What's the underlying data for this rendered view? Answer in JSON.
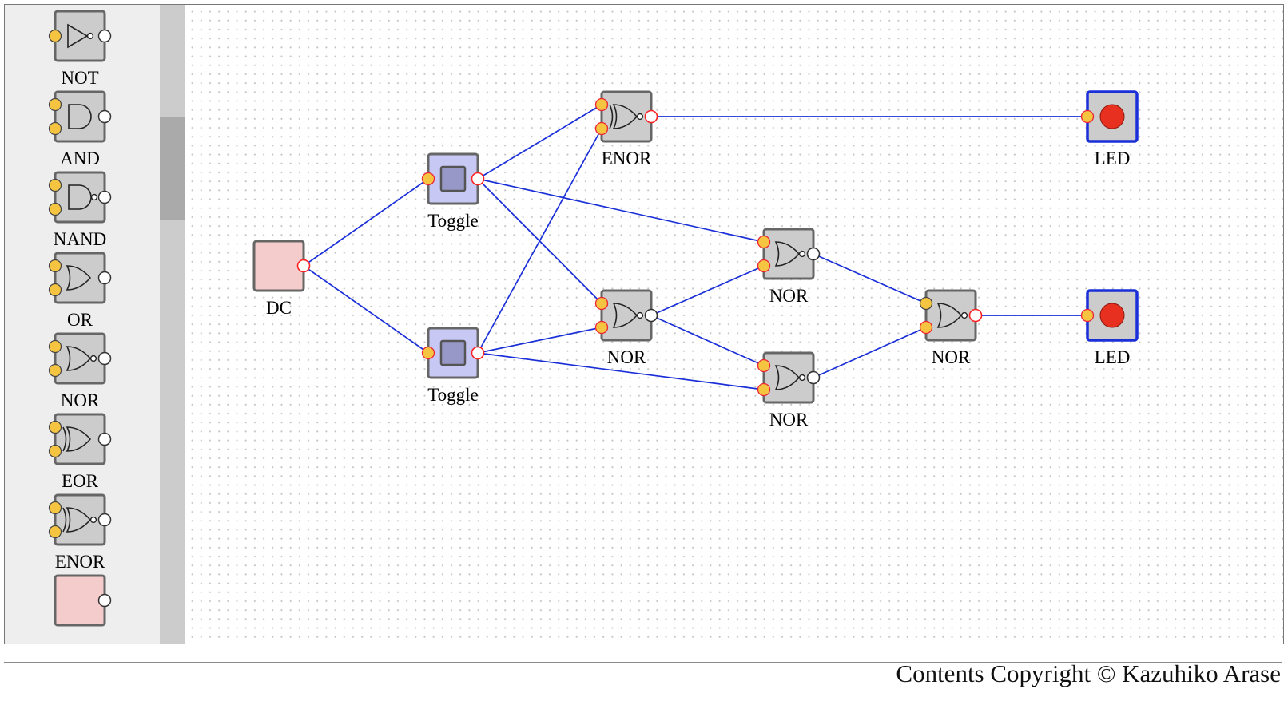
{
  "toolbox": {
    "items": [
      {
        "label": "NOT",
        "type": "NOT"
      },
      {
        "label": "AND",
        "type": "AND"
      },
      {
        "label": "NAND",
        "type": "NAND"
      },
      {
        "label": "OR",
        "type": "OR"
      },
      {
        "label": "NOR",
        "type": "NOR"
      },
      {
        "label": "EOR",
        "type": "EOR"
      },
      {
        "label": "ENOR",
        "type": "ENOR"
      },
      {
        "label": "",
        "type": "DC"
      }
    ]
  },
  "circuit": {
    "components": [
      {
        "id": "dc",
        "type": "DC",
        "label": "DC"
      },
      {
        "id": "toggle1",
        "type": "Toggle",
        "label": "Toggle"
      },
      {
        "id": "toggle2",
        "type": "Toggle",
        "label": "Toggle"
      },
      {
        "id": "enor1",
        "type": "ENOR",
        "label": "ENOR"
      },
      {
        "id": "nor1",
        "type": "NOR",
        "label": "NOR"
      },
      {
        "id": "nor2",
        "type": "NOR",
        "label": "NOR"
      },
      {
        "id": "nor3",
        "type": "NOR",
        "label": "NOR"
      },
      {
        "id": "nor4",
        "type": "NOR",
        "label": "NOR"
      },
      {
        "id": "led1",
        "type": "LED",
        "label": "LED"
      },
      {
        "id": "led2",
        "type": "LED",
        "label": "LED"
      }
    ],
    "wires": [
      {
        "from": "dc.out",
        "to": "toggle1.in"
      },
      {
        "from": "dc.out",
        "to": "toggle2.in"
      },
      {
        "from": "toggle1.out",
        "to": "enor1.in1"
      },
      {
        "from": "toggle1.out",
        "to": "nor2.in1"
      },
      {
        "from": "toggle1.out",
        "to": "nor1.in1"
      },
      {
        "from": "toggle2.out",
        "to": "enor1.in2"
      },
      {
        "from": "toggle2.out",
        "to": "nor1.in2"
      },
      {
        "from": "toggle2.out",
        "to": "nor3.in2"
      },
      {
        "from": "enor1.out",
        "to": "led1.in"
      },
      {
        "from": "nor1.out",
        "to": "nor2.in2"
      },
      {
        "from": "nor1.out",
        "to": "nor3.in1"
      },
      {
        "from": "nor2.out",
        "to": "nor4.in1"
      },
      {
        "from": "nor3.out",
        "to": "nor4.in2"
      },
      {
        "from": "nor4.out",
        "to": "led2.in"
      }
    ]
  },
  "colors": {
    "wire": "#1a2fd8",
    "gate_fill": "#cccccc",
    "gate_border": "#666666",
    "pin_in": "#f5c542",
    "pin_out_active": "#ff2222",
    "toggle_fill": "#c8c8f4",
    "toggle_knob": "#9898c8",
    "dc_fill": "#f5cccc",
    "led_on": "#e83020",
    "led_border": "#1a2fd8"
  },
  "footer": {
    "copyright": "Contents Copyright © Kazuhiko Arase"
  }
}
